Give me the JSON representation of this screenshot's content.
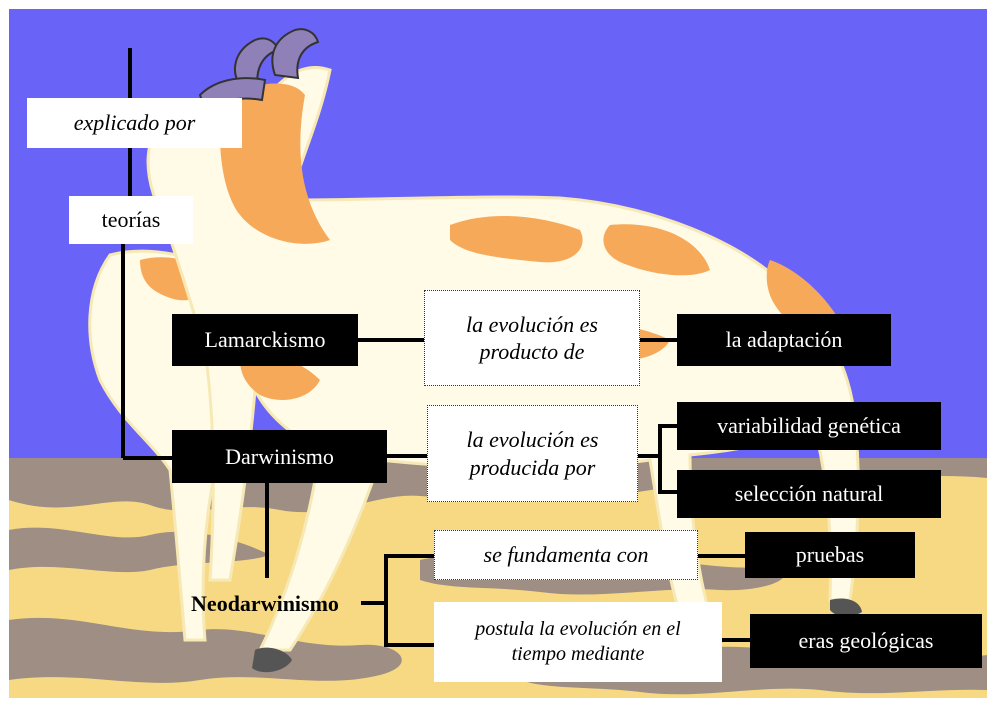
{
  "colors": {
    "sky": "#6a63f7",
    "ground": "#f7d983",
    "shadow": "#9e8e84",
    "antelope_patch": "#f7a95a",
    "antelope_body": "#fffbe6",
    "lines": "#000000"
  },
  "concept_map": {
    "explicado_por": "explicado por",
    "teorias": "teorías",
    "lamarckismo": "Lamarckismo",
    "darwinismo": "Darwinismo",
    "neodarwinismo": "Neodarwinismo",
    "link_lamarck": "la evolución es producto de",
    "link_darwin": "la evolución es producida por",
    "la_adaptacion": "la adaptación",
    "variabilidad": "variabilidad genética",
    "seleccion": "selección natural",
    "link_fundamenta": "se fundamenta con",
    "pruebas": "pruebas",
    "link_postula": "postula la evolución en el tiempo mediante",
    "eras": "eras geológicas"
  }
}
